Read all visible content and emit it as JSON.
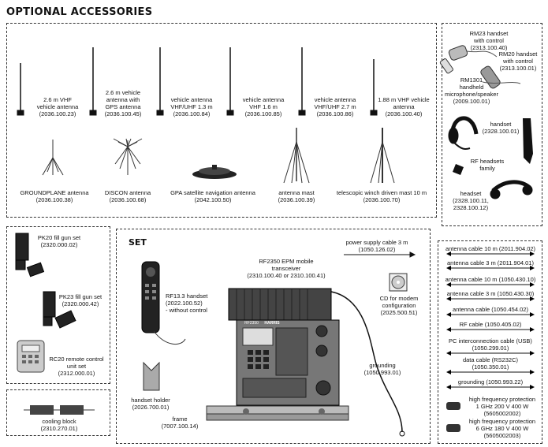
{
  "title": "OPTIONAL ACCESSORIES",
  "antennas": [
    {
      "name": "2.6 m VHF\nvehicle antenna",
      "code": "(2036.100.23)"
    },
    {
      "name": "2.6 m vehicle\nantenna with\nGPS antenna",
      "code": "(2036.100.45)"
    },
    {
      "name": "vehicle antenna\nVHF/UHF 1.3 m",
      "code": "(2036.100.84)"
    },
    {
      "name": "vehicle antenna\nVHF 1.6 m",
      "code": "(2036.100.85)"
    },
    {
      "name": "vehicle antenna\nVHF/UHF 2.7 m",
      "code": "(2036.100.86)"
    },
    {
      "name": "1.88 m VHF vehicle\nantenna",
      "code": "(2036.100.40)"
    }
  ],
  "masts": [
    {
      "name": "GROUNDPLANE antenna",
      "code": "(2036.100.38)"
    },
    {
      "name": "DISCON antenna",
      "code": "(2036.100.68)"
    },
    {
      "name": "GPA satellite navigation antenna",
      "code": "(2042.100.50)"
    },
    {
      "name": "antenna mast",
      "code": "(2036.100.39)"
    },
    {
      "name": "telescopic winch driven mast 10 m",
      "code": "(2036.100.70)"
    }
  ],
  "handsets": {
    "rm23": "RM23 handset\nwith control\n(2313.100.40)",
    "rm20": "RM20 handset\nwith control\n(2313.100.01)",
    "rm1301": "RM1301\nhandheld\nmicrophone/speaker\n(2009.100.01)",
    "handset": "handset\n(2328.100.01)",
    "rf_headsets": "RF headsets\nfamily",
    "headset": "headset\n(2328.100.11,\n2328.100.12)"
  },
  "left_items": {
    "pk20": "PK20 fill gun set\n(2320.000.02)",
    "pk23": "PK23 fill gun set\n(2320.000.42)",
    "rc20": "RC20 remote control\nunit set\n(2312.000.01)",
    "cooling": "cooling block\n(2310.270.01)"
  },
  "set": {
    "title": "SET",
    "power_cable": "power supply cable 3 m\n(1050.126.02)",
    "transceiver": "RF2350 EPM mobile\ntransceiver\n(2310.100.40 or 2310.100.41)",
    "rf133": "RF13.3 handset\n(2022.100.52)\n- without control",
    "cd": "CD for modem\nconfiguration\n(2025.500.51)",
    "grounding": "grounding\n(1050.993.01)",
    "holder": "handset holder\n(2026.700.01)",
    "frame": "frame\n(7007.100.14)",
    "device_label": "RF2350",
    "device_brand": "HARRIS"
  },
  "cables": [
    "antenna cable 10 m (2011.904.02)",
    "antenna cable 3 m (2011.904.01)",
    "antenna cable 10 m (1050.430.10)",
    "antenna cable 3 m (1050.430.30)",
    "antenna cable (1050.454.02)",
    "RF cable (1050.405.02)",
    "PC interconnection cable (USB)\n(1050.299.01)",
    "data cable (RS232C)\n(1050.350.01)",
    "grounding (1050.993.22)"
  ],
  "protections": [
    "high frequency protection\n1 GHz 200 V 400 W\n(5605002002)",
    "high frequency protection\n6 GHz 180 V 400 W\n(5605002003)"
  ]
}
